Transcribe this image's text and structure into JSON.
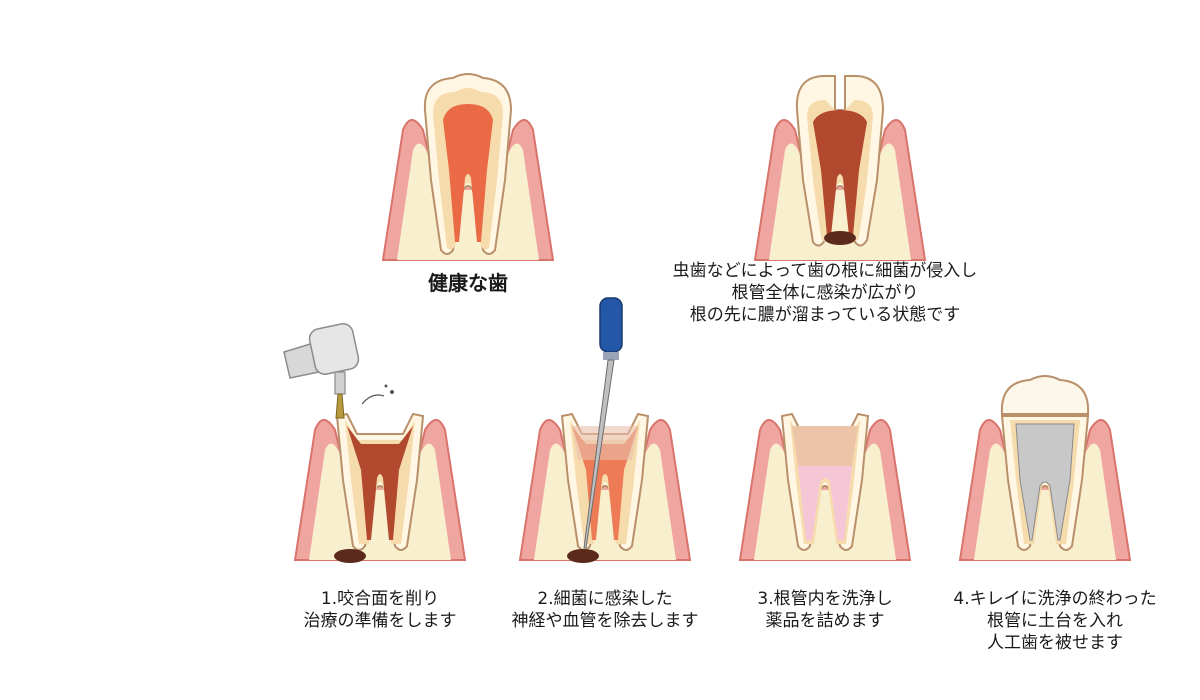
{
  "colors": {
    "gum": "#f0a6a0",
    "gum_edge": "#d9736c",
    "bone": "#f8efcf",
    "enamel": "#fff7e4",
    "dentin": "#f6dcad",
    "pulp": "#ea6a46",
    "pulp_infected": "#b2482e",
    "lesion": "#5b2a1c",
    "filling": "#c8c8c8",
    "crown": "#fdf7ea",
    "file_handle": "#2457a8"
  },
  "captions": {
    "healthy": "健康な歯",
    "infected": "虫歯などによって歯の根に細菌が侵入し\n根管全体に感染が広がり\n根の先に膿が溜まっている状態です",
    "step1": "1.咬合面を削り\n治療の準備をします",
    "step2": "2.細菌に感染した\n神経や血管を除去します",
    "step3": "3.根管内を洗浄し\n薬品を詰めます",
    "step4": "4.キレイに洗浄の終わった\n根管に土台を入れ\n人工歯を被せます"
  },
  "icons": [
    "drill-icon",
    "root-canal-file-icon"
  ]
}
